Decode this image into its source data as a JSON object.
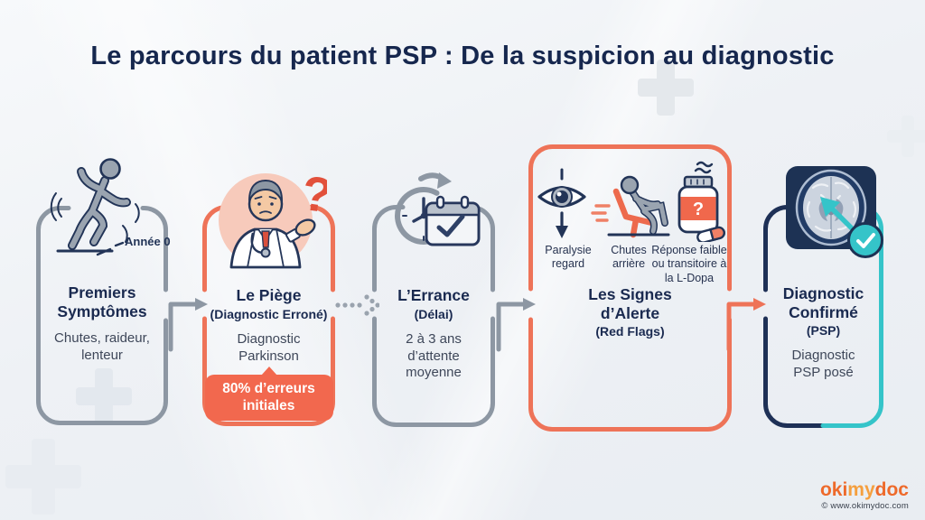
{
  "title": "Le parcours du patient PSP : De la suspicion au diagnostic",
  "stages": [
    {
      "title": "Premiers Symptômes",
      "body": "Chutes, raideur, lenteur",
      "tag": "Année 0",
      "accent": "#8d97a3"
    },
    {
      "title": "Le Piège",
      "subtitle": "(Diagnostic Erroné)",
      "body": "Diagnostic Parkinson",
      "badge": "80% d’erreurs initiales",
      "accent": "#ee7358"
    },
    {
      "title": "L’Errance",
      "subtitle": "(Délai)",
      "body": "2 à 3 ans d’attente moyenne",
      "accent": "#8d97a3"
    },
    {
      "title": "Les Signes d’Alerte",
      "subtitle": "(Red Flags)",
      "flags": [
        {
          "label": "Paralysie regard"
        },
        {
          "label": "Chutes arrière"
        },
        {
          "label": "Réponse faible ou transitoire à la L-Dopa"
        }
      ],
      "accent": "#ee7358"
    },
    {
      "title": "Diagnostic Confirmé",
      "subtitle": "(PSP)",
      "body": "Diagnostic PSP posé",
      "accent": "#1e3056"
    }
  ],
  "icons": {
    "question_mark": "?"
  },
  "footer": {
    "logo": {
      "part1": "oki",
      "part2": "my",
      "part3": "doc"
    },
    "copyright": "© www.okimydoc.com"
  },
  "colors": {
    "accent_orange": "#ee7358",
    "accent_gray": "#8d97a3",
    "accent_navy": "#1e3056",
    "accent_teal": "#35c4c9",
    "badge_bg": "#f2684e",
    "title_navy": "#16274e"
  }
}
